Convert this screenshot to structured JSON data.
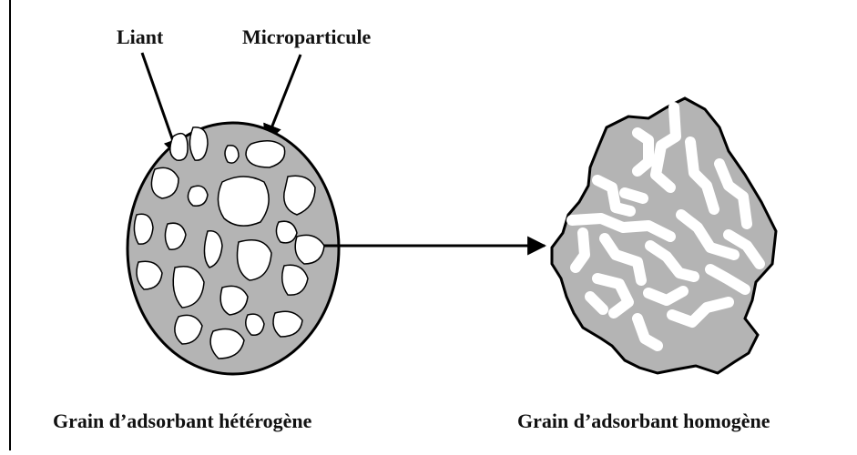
{
  "labels": {
    "liant": "Liant",
    "microparticule": "Microparticule",
    "heterogeneous_caption": "Grain d’adsorbant hétérogène",
    "homogeneous_caption": "Grain d’adsorbant homogène"
  },
  "colors": {
    "grain_fill": "#b4b4b4",
    "outline": "#000000",
    "pore": "#ffffff",
    "background": "#ffffff"
  }
}
